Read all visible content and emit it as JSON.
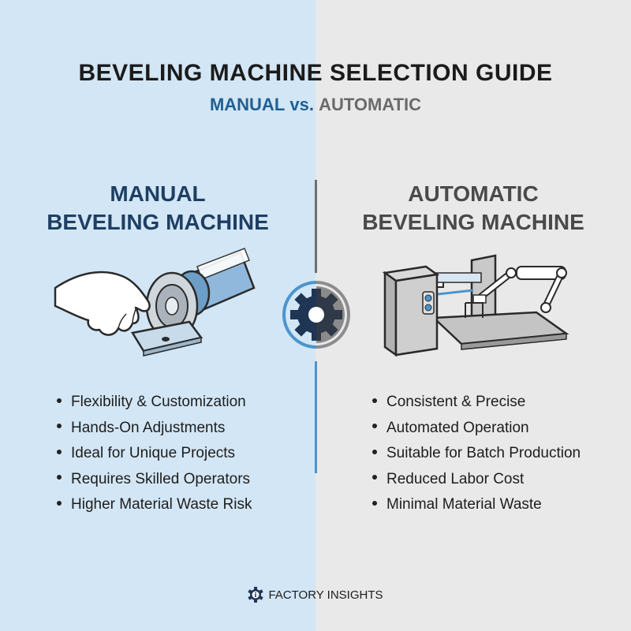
{
  "title": "BEVELING MACHINE SELECTION GUIDE",
  "subtitle": {
    "manual": "MANUAL",
    "vs": "vs.",
    "automatic": "AUTOMATIC"
  },
  "manual": {
    "heading_line1": "MANUAL",
    "heading_line2": "BEVELING MACHINE",
    "features": [
      "Flexibility & Customization",
      "Hands-On Adjustments",
      "Ideal for Unique Projects",
      "Requires Skilled Operators",
      "Higher Material Waste Risk"
    ]
  },
  "automatic": {
    "heading_line1": "AUTOMATIC",
    "heading_line2": "BEVELING MACHINE",
    "features": [
      "Consistent & Precise",
      "Automated Operation",
      "Suitable for Batch Production",
      "Reduced Labor Cost",
      "Minimal Material Waste"
    ]
  },
  "footer": {
    "brand": "FACTORY INSIGHTS",
    "icon": "info-gear-icon"
  },
  "colors": {
    "left_bg": "#d3e6f5",
    "right_bg": "#e9e9e9",
    "accent_blue": "#1f5f93",
    "dark_navy": "#1e3f63"
  }
}
